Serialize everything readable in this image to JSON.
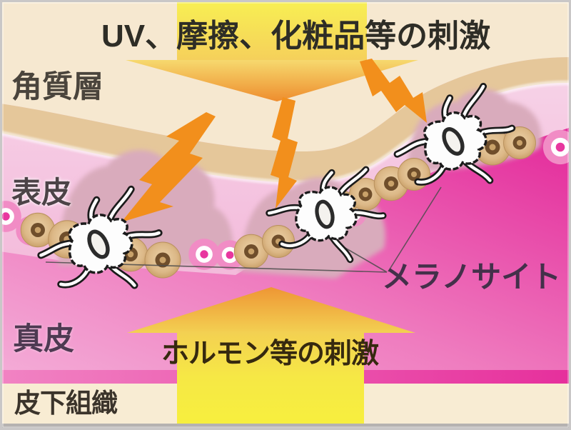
{
  "figure": {
    "kind": "skin-cross-section-diagram",
    "top_stimulus_label": "UV、摩擦、化粧品等の刺激",
    "bottom_stimulus_label": "ホルモン等の刺激",
    "cell_annotation_label": "メラノサイト",
    "layers": {
      "stratum_corneum": "角質層",
      "epidermis": "表皮",
      "dermis": "真皮",
      "subcutaneous": "皮下組織"
    },
    "colors": {
      "cream_top": "#f6e8d0",
      "tan_band": "#e5c79a",
      "epidermis_pink": "#f5c6e1",
      "mound_pink": "#d9abbc",
      "dermis_magenta": "#e42f9d",
      "arrow_yellow": "#f7ef3e",
      "arrow_orange": "#ee8d2e",
      "lightning_orange": "#f28f1c",
      "cell_brown": "#dcb887",
      "cell_ring_brown": "#6f4e2b",
      "basal_cell_magenta": "#e8379f",
      "subcutis_cream": "#f8ecd3",
      "frame_gray": "#c9c7c7"
    }
  }
}
